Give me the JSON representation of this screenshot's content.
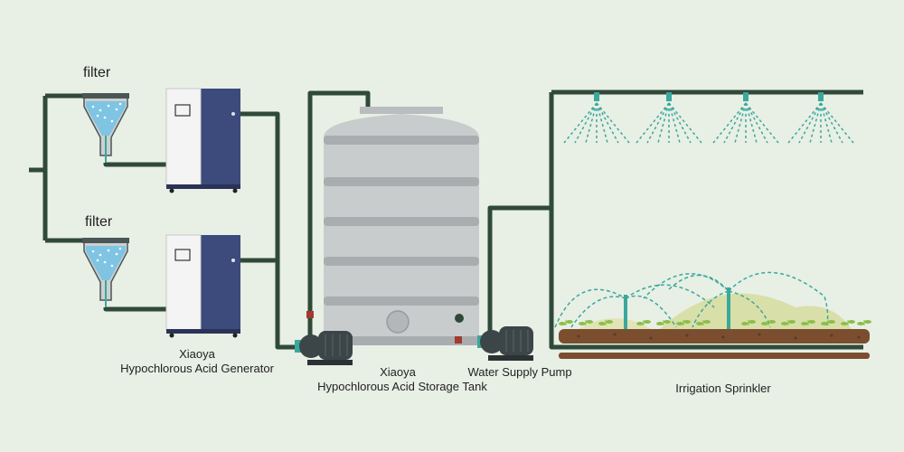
{
  "labels": {
    "filter_top": "filter",
    "filter_bottom": "filter",
    "generator_line1": "Xiaoya",
    "generator_line2": "Hypochlorous Acid Generator",
    "tank_line1": "Xiaoya",
    "tank_line2": "Hypochlorous Acid Storage Tank",
    "pump": "Water Supply Pump",
    "sprinkler": "Irrigation Sprinkler"
  },
  "colors": {
    "background": "#e8efe5",
    "pipe": "#2f4a38",
    "generator_body": "#3c4a7c",
    "generator_front": "#f4f4f4",
    "tank": "#c9cccd",
    "tank_band": "#a9adb0",
    "water": "#7fc4e3",
    "pump": "#3c4547",
    "spray": "#3aa89c",
    "soil": "#7a4e2f",
    "plant": "#8cbf4a",
    "mound": "#d9dfa8",
    "valve": "#a33a2e"
  },
  "icons": {
    "filter": "funnel-filter-icon",
    "generator": "generator-cabinet-icon",
    "tank": "storage-tank-icon",
    "pump": "water-pump-icon",
    "sprinkler": "sprinkler-nozzle-icon"
  }
}
